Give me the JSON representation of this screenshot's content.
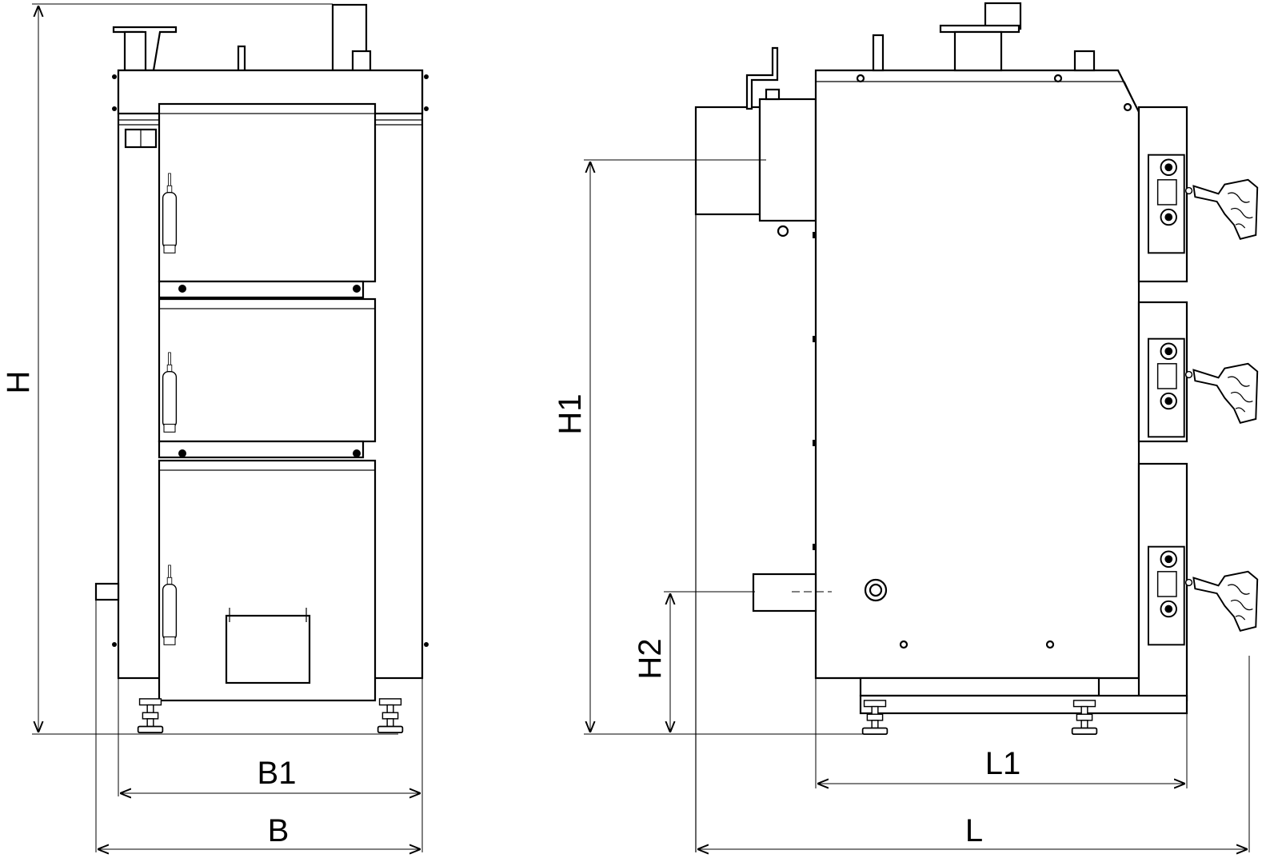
{
  "diagram": {
    "front_view": {
      "dimension_labels": {
        "height": "H",
        "body_width": "B1",
        "total_width": "B"
      }
    },
    "side_view": {
      "dimension_labels": {
        "flue_height": "H1",
        "inlet_height": "H2",
        "body_length": "L1",
        "total_length": "L"
      }
    }
  },
  "colors": {
    "line": "#000000",
    "background": "#ffffff"
  }
}
